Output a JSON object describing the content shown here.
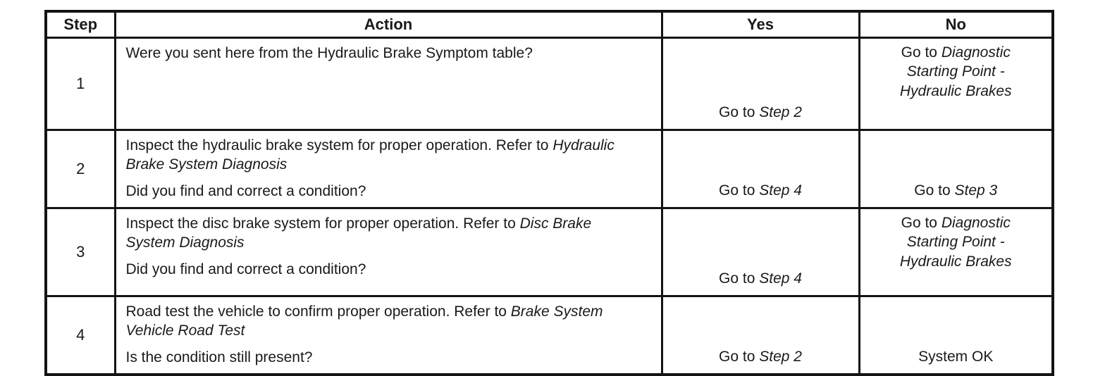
{
  "page": {
    "background_color": "#ffffff",
    "ink_color": "#1a1a1a",
    "border_color": "#141414"
  },
  "table": {
    "headers": {
      "step": "Step",
      "action": "Action",
      "yes": "Yes",
      "no": "No"
    },
    "rows": [
      {
        "step": "1",
        "action_text": "Were you sent here from the Hydraulic Brake Symptom table?",
        "action_ref": "",
        "action_question": "",
        "yes_text": "Go to ",
        "yes_ref": "Step 2",
        "no_text": "Go to ",
        "no_ref": "Diagnostic Starting Point - Hydraulic Brakes"
      },
      {
        "step": "2",
        "action_text": "Inspect the hydraulic brake system for proper operation. Refer to ",
        "action_ref": "Hydraulic Brake System Diagnosis",
        "action_question": "Did you find and correct a condition?",
        "yes_text": "Go to ",
        "yes_ref": "Step 4",
        "no_text": "Go to ",
        "no_ref": "Step 3"
      },
      {
        "step": "3",
        "action_text": "Inspect the disc brake system for proper operation. Refer to ",
        "action_ref": "Disc Brake System Diagnosis",
        "action_question": "Did you find and correct a condition?",
        "yes_text": "Go to ",
        "yes_ref": "Step 4",
        "no_text": "Go to ",
        "no_ref": "Diagnostic Starting Point - Hydraulic Brakes"
      },
      {
        "step": "4",
        "action_text": "Road test the vehicle to confirm proper operation. Refer to ",
        "action_ref": "Brake System Vehicle Road Test",
        "action_question": "Is the condition still present?",
        "yes_text": "Go to ",
        "yes_ref": "Step 2",
        "no_text": "System OK",
        "no_ref": ""
      }
    ]
  }
}
